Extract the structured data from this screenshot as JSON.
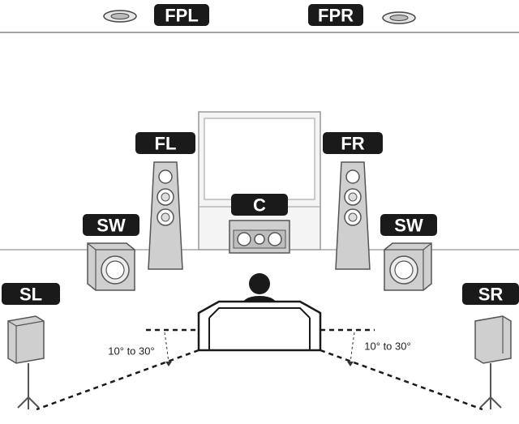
{
  "colors": {
    "label_bg": "#1a1a1a",
    "label_text": "#ffffff",
    "speaker_fill": "#d4d4d4",
    "speaker_stroke": "#555555",
    "line": "#333333"
  },
  "speakers": {
    "fpl": "FPL",
    "fpr": "FPR",
    "fl": "FL",
    "fr": "FR",
    "c": "C",
    "sw_left": "SW",
    "sw_right": "SW",
    "sl": "SL",
    "sr": "SR"
  },
  "angles": {
    "left": "10° to 30°",
    "right": "10° to 30°"
  },
  "icons": {
    "ceiling_left": "ceiling-speaker-icon",
    "ceiling_right": "ceiling-speaker-icon",
    "listener": "person-icon"
  }
}
